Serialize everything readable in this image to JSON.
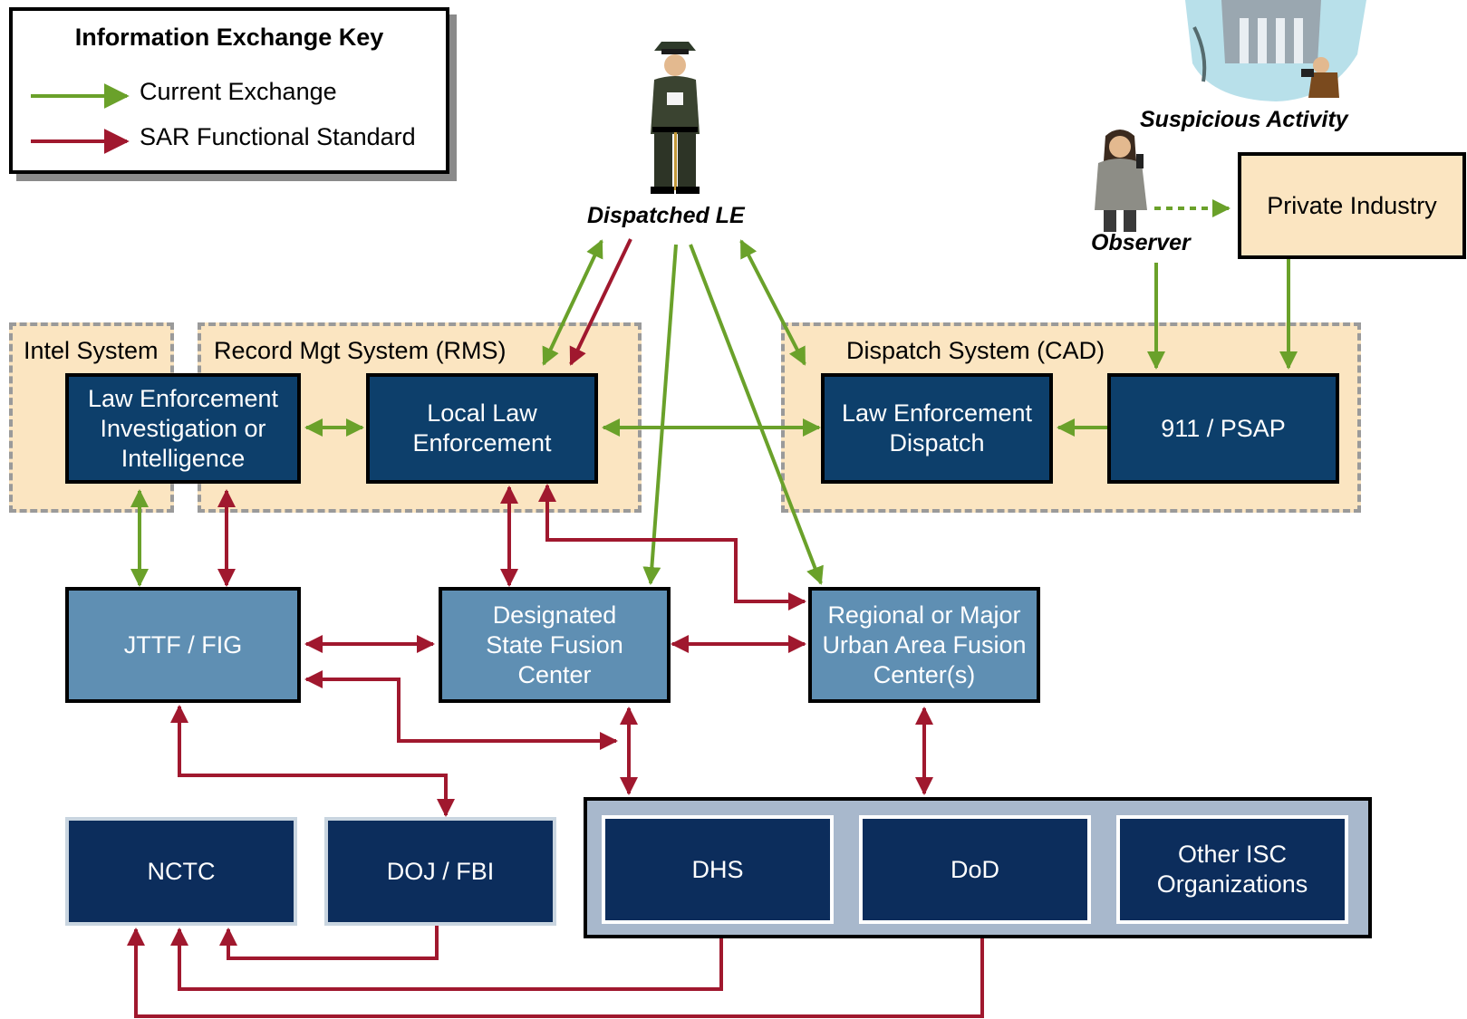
{
  "legend": {
    "title": "Information Exchange Key",
    "current": "Current Exchange",
    "sar": "SAR Functional Standard",
    "current_color": "#6aa12a",
    "sar_color": "#a0182e"
  },
  "actors": {
    "dispatched_le": "Dispatched LE",
    "suspicious_activity": "Suspicious Activity",
    "observer": "Observer"
  },
  "groups": {
    "intel": "Intel System",
    "rms": "Record Mgt System (RMS)",
    "cad": "Dispatch System (CAD)"
  },
  "nodes": {
    "private_industry": "Private Industry",
    "le_investigation": "Law Enforcement Investigation or Intelligence",
    "local_le": "Local Law Enforcement",
    "le_dispatch": "Law Enforcement Dispatch",
    "psap": "911 / PSAP",
    "jttf": "JTTF / FIG",
    "state_fusion": "Designated State Fusion Center",
    "regional_fusion": "Regional or Major Urban Area Fusion Center(s)",
    "nctc": "NCTC",
    "doj_fbi": "DOJ / FBI",
    "dhs": "DHS",
    "dod": "DoD",
    "other_isc": "Other ISC Organizations"
  }
}
